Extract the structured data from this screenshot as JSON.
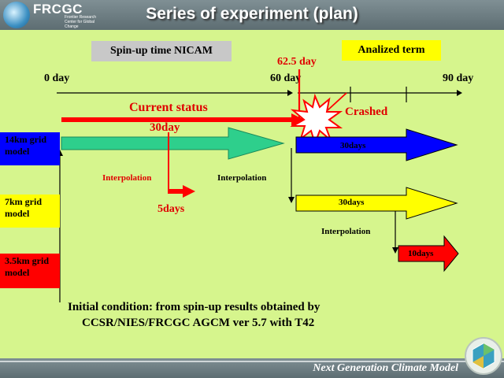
{
  "header": {
    "logo_text": "FRCGC",
    "logo_sub": "Frontier Research Center for Global Change",
    "title": "Series of experiment (plan)"
  },
  "legend": {
    "spinup": "Spin-up time NICAM",
    "analized": "Analized term"
  },
  "timeline": {
    "day0": "0 day",
    "day60": "60 day",
    "day62": "62.5 day",
    "day90": "90 day"
  },
  "status": {
    "current": "Current status",
    "days30": "30day",
    "crashed": "Crashed"
  },
  "models": {
    "m14": "14km grid model",
    "m7": "7km grid model",
    "m35": "3.5km grid model"
  },
  "arrows": {
    "a14": "30days",
    "a7": "30days",
    "a35": "10days",
    "a5": "5days"
  },
  "interp": {
    "i1": "Interpolation",
    "i2": "Interpolation",
    "i3": "Interpolation"
  },
  "note": {
    "line1": "Initial condition:  from spin-up results obtained by",
    "line2": "CCSR/NIES/FRCGC AGCM ver 5.7 with T42"
  },
  "footer": {
    "text": "Next Generation Climate Model"
  },
  "colors": {
    "background": "#d6f58d",
    "red": "#ff0000",
    "blue": "#0000ff",
    "yellow": "#ffff00",
    "teal": "#2ecf8c",
    "gray": "#c8c8c8"
  }
}
